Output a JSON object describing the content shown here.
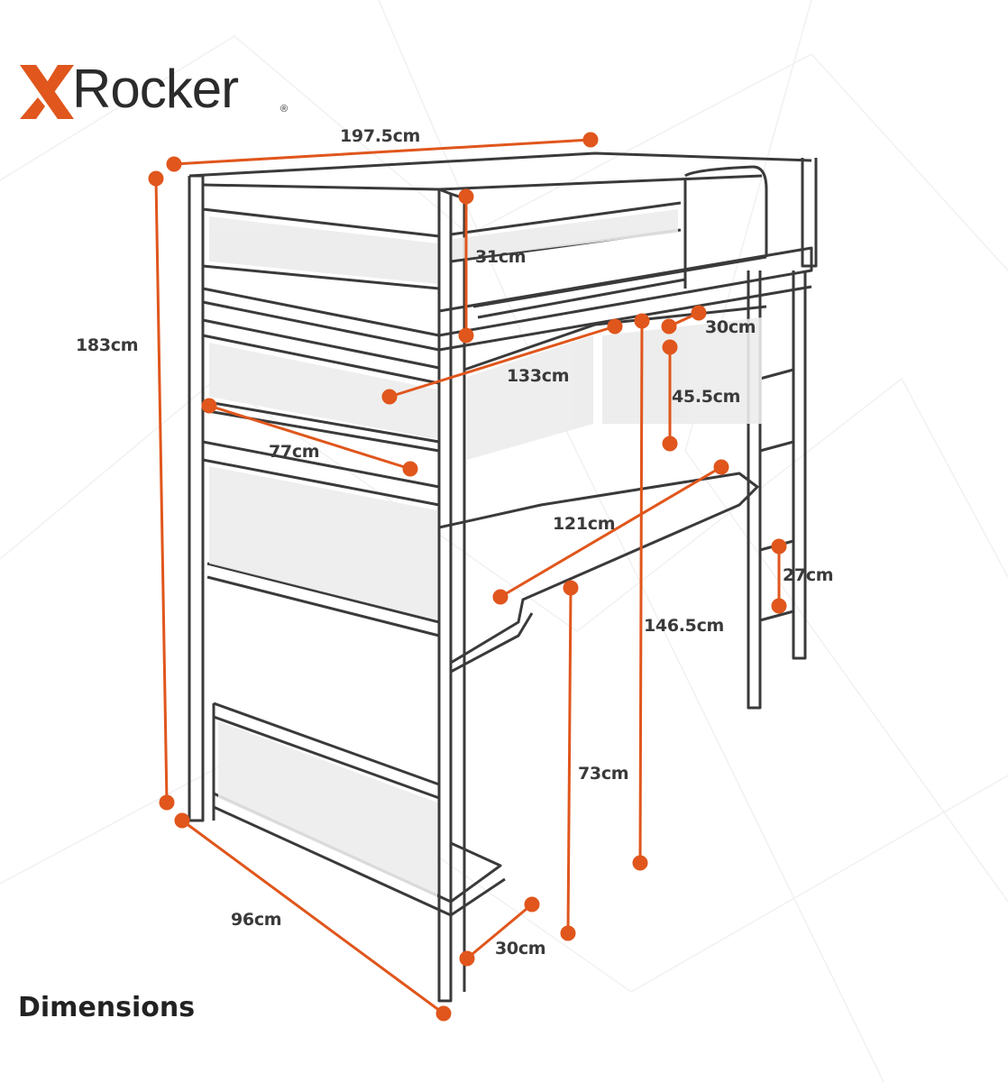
{
  "brand": {
    "name": "Rocker",
    "mark": "X",
    "registered": "®"
  },
  "caption": "Dimensions",
  "colors": {
    "accent": "#e0561c",
    "line": "#3a3a3a",
    "mesh": "#d9d9d9",
    "background": "#ffffff"
  },
  "dimensions": {
    "length": "197.5cm",
    "height": "183cm",
    "rail_height": "31cm",
    "shelf_depth": "30cm",
    "desk_upper_width": "133cm",
    "shelf_gap": "45.5cm",
    "shelf_width": "77cm",
    "desk_width": "121cm",
    "ladder_step": "27cm",
    "underside_height": "146.5cm",
    "desk_height": "73cm",
    "width": "96cm",
    "footer_depth": "30cm"
  }
}
